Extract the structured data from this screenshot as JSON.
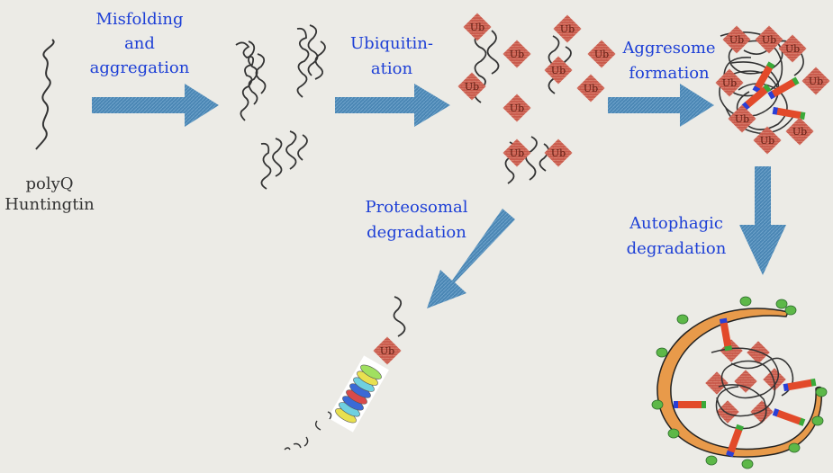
{
  "labels": {
    "polyq_line1": "polyQ",
    "polyq_line2": "Huntingtin",
    "misfolding_line1": "Misfolding",
    "misfolding_line2": "and",
    "misfolding_line3": "aggregation",
    "ubiq_line1": "Ubiquitin-",
    "ubiq_line2": "ation",
    "aggresome_line1": "Aggresome",
    "aggresome_line2": "formation",
    "proteasomal_line1": "Proteosomal",
    "proteasomal_line2": "degradation",
    "autophagic_line1": "Autophagic",
    "autophagic_line2": "degradation"
  },
  "tag": "Ub",
  "colors": {
    "arrow": "#4a86b4",
    "label": "#1d3fd6",
    "ub_tag": "#c8584a",
    "strand": "#333333",
    "membrane": "#e89a4a",
    "vesicle_dot": "#5db848"
  }
}
